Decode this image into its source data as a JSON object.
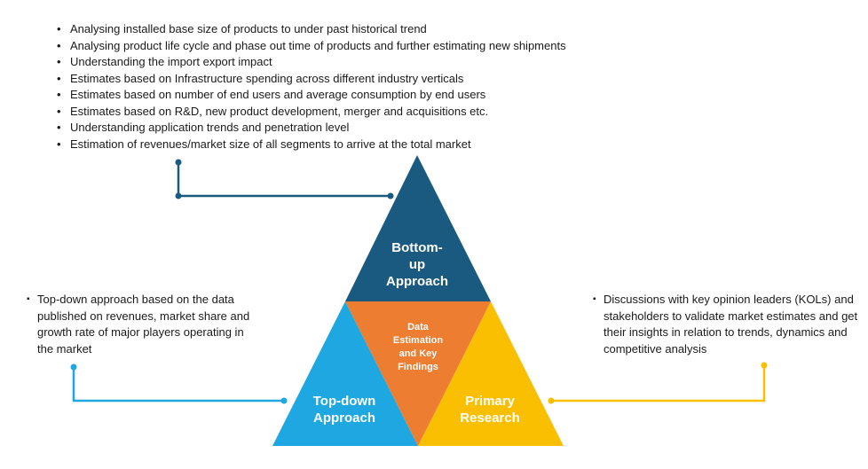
{
  "top_bullets": [
    "Analysing installed base size of products to under past historical trend",
    "Analysing product life cycle and phase out time of products and further estimating new shipments",
    "Understanding the import export impact",
    "Estimates based on Infrastructure spending across different industry verticals",
    "Estimates based on number of end users and average consumption by end users",
    "Estimates based on R&D, new product development, merger and acquisitions etc.",
    "Understanding application trends and penetration level",
    "Estimation of revenues/market size of all segments to arrive at the total market"
  ],
  "left_note": {
    "bullet": "▪",
    "text": "Top-down approach based on the data published on revenues,  market share and growth rate of major players operating in the market"
  },
  "right_note": {
    "bullet": "▪",
    "text": "Discussions with key opinion leaders (KOLs) and stakeholders to validate market estimates and get their insights in relation to trends, dynamics and competitive analysis"
  },
  "triangles": {
    "bottom_up": {
      "label_line1": "Bottom-",
      "label_line2": "up",
      "label_line3": "Approach",
      "color": "#1a5a80"
    },
    "top_down": {
      "label_line1": "Top-down",
      "label_line2": "Approach",
      "color": "#1ea7e1"
    },
    "primary": {
      "label_line1": "Primary",
      "label_line2": "Research",
      "color": "#f9bf00"
    },
    "center": {
      "label_line1": "Data",
      "label_line2": "Estimation",
      "label_line3": "and Key",
      "label_line4": "Findings",
      "color": "#ed7d31"
    }
  },
  "connector_colors": {
    "bottom_up": "#1a5a80",
    "top_down": "#1ea7e1",
    "primary": "#f9bf00"
  }
}
